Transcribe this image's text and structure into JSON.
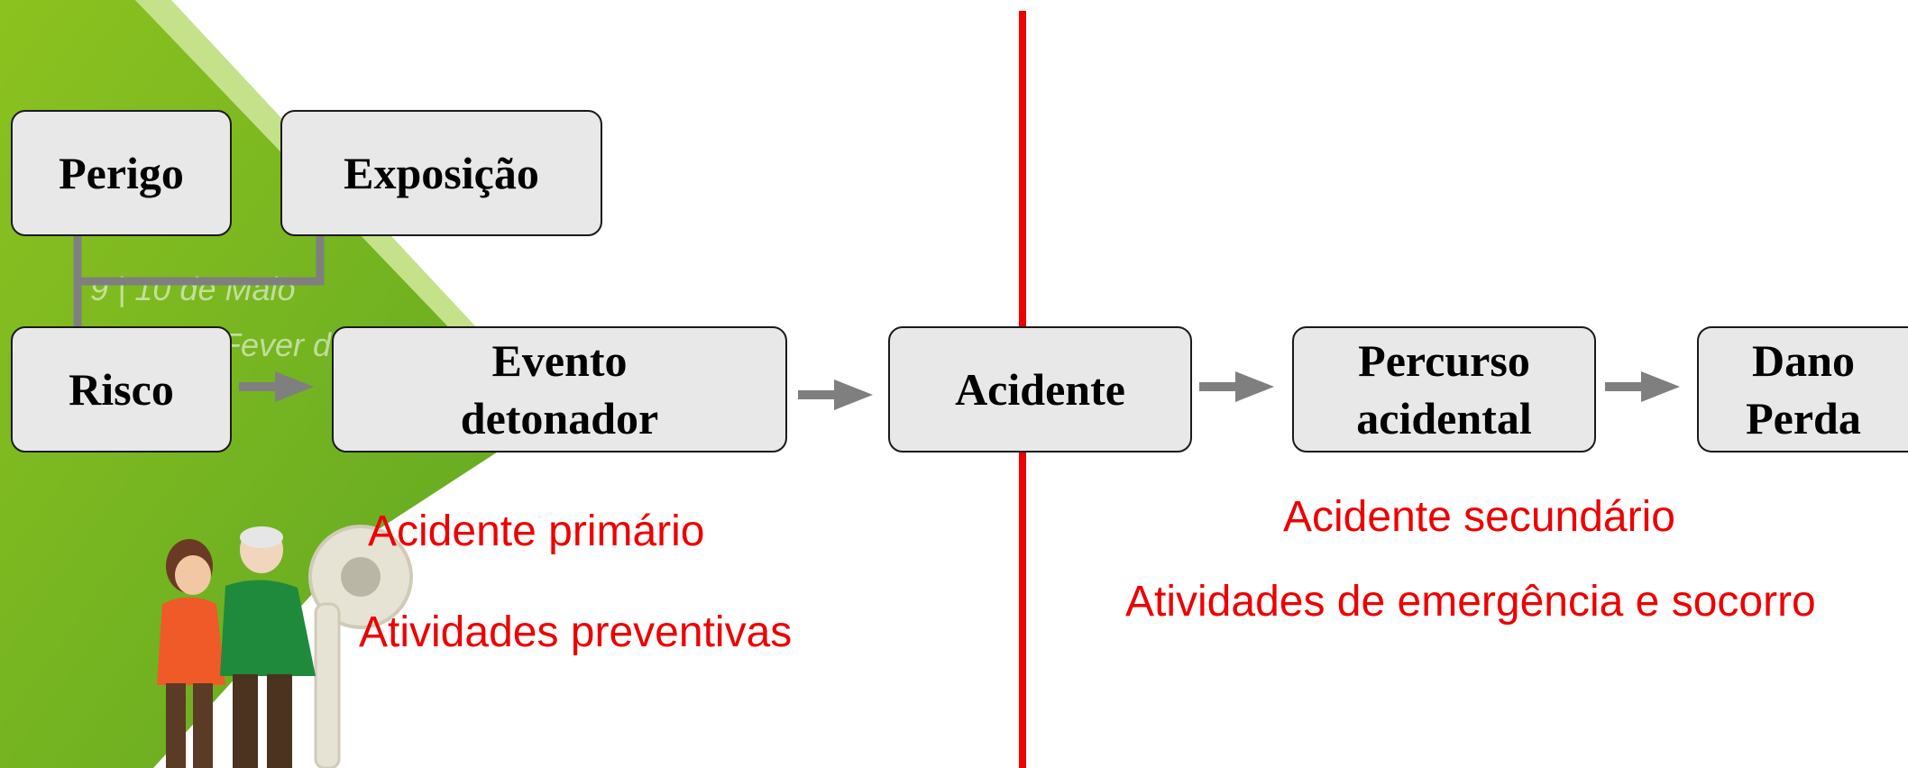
{
  "colors": {
    "box_fill": "#e8e8e8",
    "box_border": "#1a1a1a",
    "arrow": "#7f7f7f",
    "divider": "#ee0000",
    "label_text": "#ee0000",
    "background_green": "#7ab51d"
  },
  "background_text": {
    "date": "9 | 10 de Maio",
    "fragment": "Fever d"
  },
  "nodes": {
    "perigo": "Perigo",
    "exposicao": "Exposição",
    "risco": "Risco",
    "evento": "Evento\ndetonador",
    "acidente": "Acidente",
    "percurso": "Percurso\nacidental",
    "dano": "Dano\nPerda"
  },
  "labels": {
    "acidente_primario": "Acidente primário",
    "atividades_preventivas": "Atividades preventivas",
    "acidente_secundario": "Acidente secundário",
    "atividades_emergencia": "Atividades de emergência e socorro"
  },
  "illustration": {
    "description_icon": "people-with-key-illustration"
  }
}
